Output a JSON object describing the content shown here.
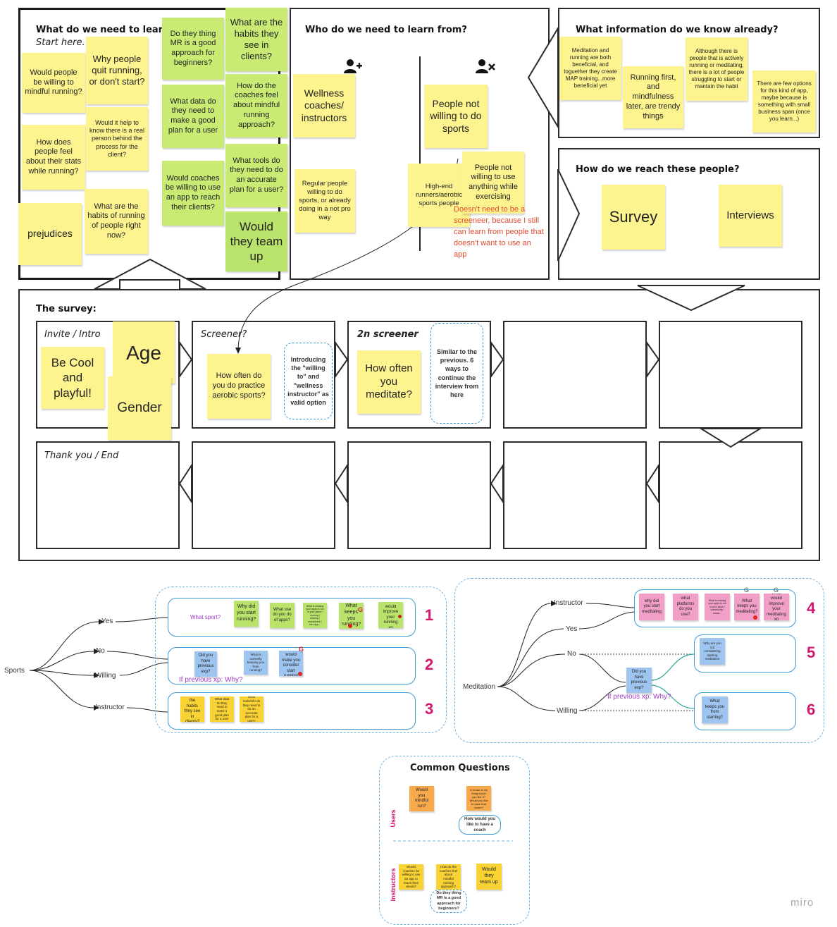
{
  "learn": {
    "title": "What do we need to learn?",
    "subtitle": "Start here.",
    "notes": {
      "mindful_running": "Would people be willing to mindful running?",
      "why_quit": "Why people quit running, or don't start?",
      "stats": "How does people feel about their stats while running?",
      "real_person": "Would it help to know there is a real person behind the process for the client?",
      "prejudices": "prejudices",
      "habits_now": "What are the habits of running of people right now?",
      "mr_beginners": "Do they thing MR is a good approach for beginners?",
      "habits_clients": "What are the habits they see in clients?",
      "data_needed": "What data do they need to make a good plan for a user",
      "coaches_feel": "How do the coaches feel about mindful running approach?",
      "coaches_app": "Would coaches be willing to use an app to reach their clients?",
      "tools_needed": "What tools do they need to do an accurate plan for a user?",
      "team_up": "Would they team up"
    }
  },
  "who": {
    "title": "Who do we need to learn from?",
    "add_user_icon": "user-plus-icon",
    "remove_user_icon": "user-x-icon",
    "notes": {
      "wellness": "Wellness coaches/ instructors",
      "regular": "Regular people willing to do sports, or already doing in a not pro way",
      "not_willing": "People not willing to do sports",
      "high_end": "High-end runners/aerobic sports people",
      "not_app": "People not willing to use anything while exercising"
    },
    "red_comment": "Doesn't need to be a screeneer, because I still can learn from people that doesn't want to use an app"
  },
  "known": {
    "title": "What information do we know already?",
    "notes": {
      "benefits": "Meditation and running are both beneficial, and toguether they create MAP training...more beneficial yet",
      "trendy": "Running first, and mindfulness later, are trendy things",
      "struggling": "Although there is people that is actively running or meditating, there is a lot of people struggling to start or mantain the habit",
      "few_options": "There are few options for this kind of app, maybe because is something with small business span (once you learn...)"
    }
  },
  "reach": {
    "title": "How do we reach these people?",
    "survey": "Survey",
    "interviews": "Interviews"
  },
  "survey": {
    "title": "The survey:",
    "row1": {
      "c1_label": "Invite / Intro",
      "c2_label": "Screener?",
      "c3_label": "2n screener"
    },
    "row2": {
      "c1_label": "Thank you / End"
    },
    "notes": {
      "be_cool": "Be Cool and playful!",
      "age": "Age",
      "gender": "Gender",
      "aerobic": "How often do you do practice aerobic sports?",
      "introducing": "Introducing the \"willing to\" and \"wellness instructor\" as valid option",
      "meditate": "How often you meditate?",
      "similar": "Similar to the previous. 6 ways to continue the interview from here"
    }
  },
  "flow_sports": {
    "root": "Sports",
    "yes": "Yes",
    "no": "No",
    "willing": "Willing",
    "instructor": "Instructor",
    "lane1": {
      "num": "1",
      "prompt": "What sport?",
      "q1": "Why did you start running?",
      "q2": "What use do you do of apps?",
      "q3": "What is missing your apps to run in your place / running / sharing / music/track / free app...",
      "q4": "What keeps you running?",
      "q5": "What would improve your running xp",
      "mark": "G"
    },
    "lane2": {
      "num": "2",
      "q1": "Did you have previous exp?",
      "q2": "What is currently keeping you from running?",
      "q3": "What would make you consider start running",
      "mark": "G",
      "note": "If previous xp: Why?"
    },
    "lane3": {
      "num": "3",
      "q1": "What are the habits they see in clients?",
      "q2": "What data do they need to make a good plan for a user",
      "q3": "What tools/info do they need to do an accurate plan for a user?"
    }
  },
  "flow_meditation": {
    "root": "Meditation",
    "instructor": "Instructor",
    "yes": "Yes",
    "no": "No",
    "willing": "Willing",
    "lane4": {
      "num": "4",
      "q1": "why did you start meditating",
      "q2": "what platforms do you use?",
      "q3": "What is missing your apps to run in your place / community / music...",
      "q4": "What keeps you meditating?",
      "q5": "What would improve your meditating xp",
      "mark1": "G",
      "mark2": "G"
    },
    "lane5": {
      "num": "5",
      "q1": "Why are you not considering starting meditation"
    },
    "lane6": {
      "num": "6",
      "q1": "What keeps you from starting?"
    },
    "mid": "Did you have previous exp?",
    "note": "If previous xp: Why?"
  },
  "common": {
    "title": "Common Questions",
    "users_label": "Users",
    "instructors_label": "Instructors",
    "u1": "Would you mindful run?",
    "u2": "Is music is the thing would you like it? Would you like to have that coach?",
    "u3": "How would you like to have a coach",
    "i1": "Would coaches be willing to use an app to reach their clients?",
    "i2": "How do the coaches feel about mindful running approach?",
    "i3": "Would they team up",
    "i4": "Do they thing MR is a good approach for beginners?"
  },
  "watermark": "miro"
}
